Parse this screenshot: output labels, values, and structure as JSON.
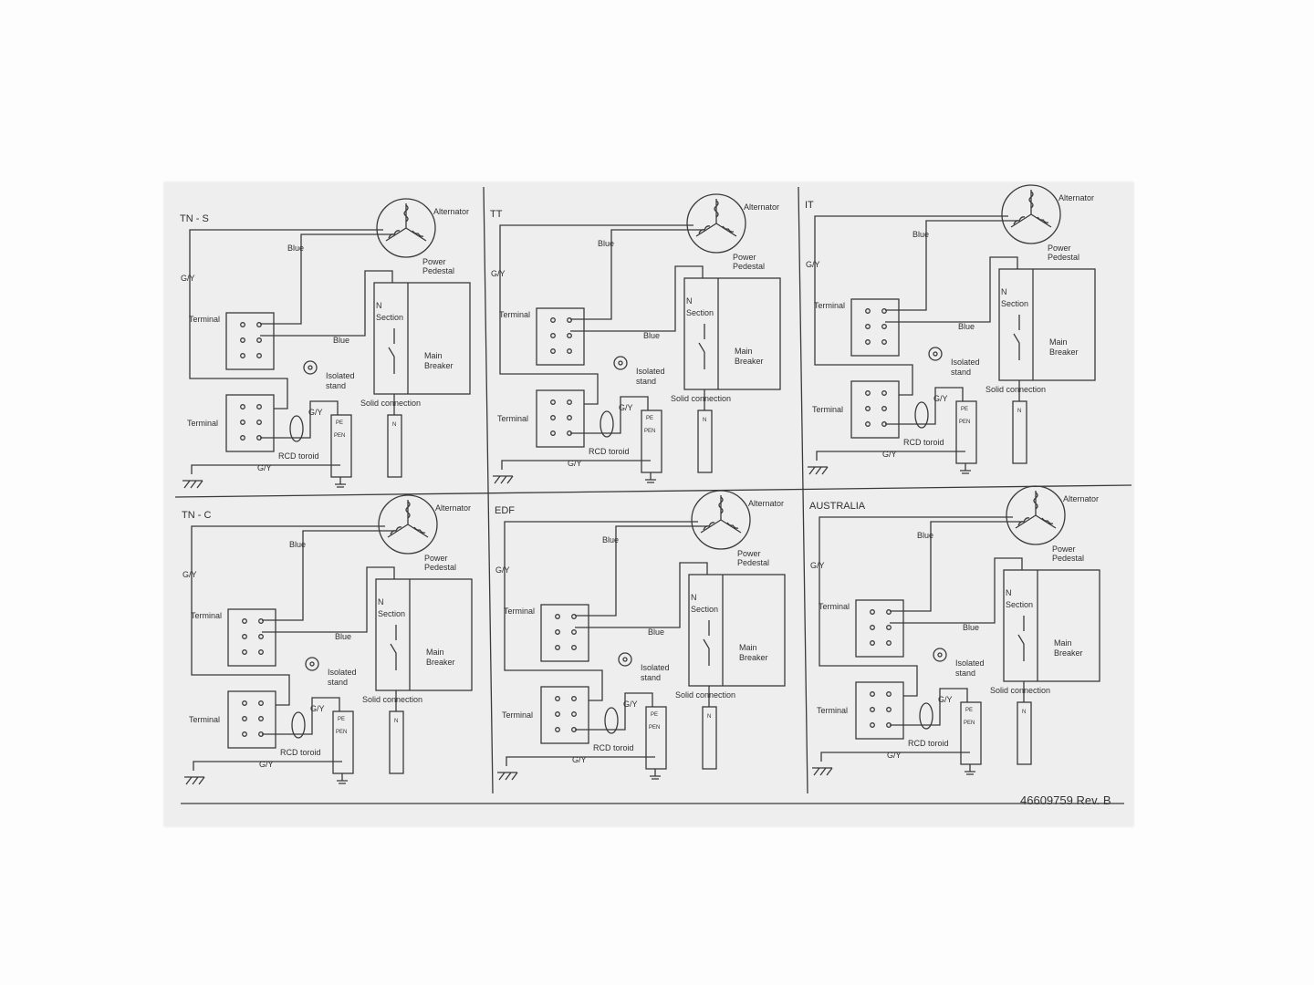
{
  "document": {
    "part_number": "46609759 Rev. B"
  },
  "panels": [
    {
      "title": "TN - S",
      "labels": {
        "alternator": "Alternator",
        "power": "Power",
        "pedestal": "Pedestal",
        "n": "N",
        "section": "Section",
        "main": "Main",
        "breaker": "Breaker",
        "solid": "Solid connection",
        "terminal1": "Terminal",
        "terminal2": "Terminal",
        "isolated": "Isolated",
        "stand": "stand",
        "rcd": "RCD toroid",
        "gy_left": "G/Y",
        "gy_mid": "G/Y",
        "gy_bottom": "G/Y",
        "blue_top": "Blue",
        "blue_mid": "Blue",
        "pe": "PE",
        "pen": "PEN",
        "n_bar": "N"
      }
    },
    {
      "title": "TT",
      "labels": {
        "alternator": "Alternator",
        "power": "Power",
        "pedestal": "Pedestal",
        "n": "N",
        "section": "Section",
        "main": "Main",
        "breaker": "Breaker",
        "solid": "Solid connection",
        "terminal1": "Terminal",
        "terminal2": "Terminal",
        "isolated": "Isolated",
        "stand": "stand",
        "rcd": "RCD toroid",
        "gy_left": "G/Y",
        "gy_mid": "G/Y",
        "gy_bottom": "G/Y",
        "blue_top": "Blue",
        "blue_mid": "Blue",
        "pe": "PE",
        "pen": "PEN",
        "n_bar": "N"
      }
    },
    {
      "title": "IT",
      "labels": {
        "alternator": "Alternator",
        "power": "Power",
        "pedestal": "Pedestal",
        "n": "N",
        "section": "Section",
        "main": "Main",
        "breaker": "Breaker",
        "solid": "Solid connection",
        "terminal1": "Terminal",
        "terminal2": "Terminal",
        "isolated": "Isolated",
        "stand": "stand",
        "rcd": "RCD toroid",
        "gy_left": "G/Y",
        "gy_mid": "G/Y",
        "gy_bottom": "G/Y",
        "blue_top": "Blue",
        "blue_mid": "Blue",
        "pe": "PE",
        "pen": "PEN",
        "n_bar": "N"
      }
    },
    {
      "title": "TN - C",
      "labels": {
        "alternator": "Alternator",
        "power": "Power",
        "pedestal": "Pedestal",
        "n": "N",
        "section": "Section",
        "main": "Main",
        "breaker": "Breaker",
        "solid": "Solid connection",
        "terminal1": "Terminal",
        "terminal2": "Terminal",
        "isolated": "Isolated",
        "stand": "stand",
        "rcd": "RCD toroid",
        "gy_left": "G/Y",
        "gy_mid": "G/Y",
        "gy_bottom": "G/Y",
        "blue_top": "Blue",
        "blue_mid": "Blue",
        "pe": "PE",
        "pen": "PEN",
        "n_bar": "N"
      }
    },
    {
      "title": "EDF",
      "labels": {
        "alternator": "Alternator",
        "power": "Power",
        "pedestal": "Pedestal",
        "n": "N",
        "section": "Section",
        "main": "Main",
        "breaker": "Breaker",
        "solid": "Solid connection",
        "terminal1": "Terminal",
        "terminal2": "Terminal",
        "isolated": "Isolated",
        "stand": "stand",
        "rcd": "RCD toroid",
        "gy_left": "G/Y",
        "gy_mid": "G/Y",
        "gy_bottom": "G/Y",
        "blue_top": "Blue",
        "blue_mid": "Blue",
        "pe": "PE",
        "pen": "PEN",
        "n_bar": "N"
      }
    },
    {
      "title": "AUSTRALIA",
      "labels": {
        "alternator": "Alternator",
        "power": "Power",
        "pedestal": "Pedestal",
        "n": "N",
        "section": "Section",
        "main": "Main",
        "breaker": "Breaker",
        "solid": "Solid connection",
        "terminal1": "Terminal",
        "terminal2": "Terminal",
        "isolated": "Isolated",
        "stand": "stand",
        "rcd": "RCD toroid",
        "gy_left": "G/Y",
        "gy_mid": "G/Y",
        "gy_bottom": "G/Y",
        "blue_top": "Blue",
        "blue_mid": "Blue",
        "pe": "PE",
        "pen": "PEN",
        "n_bar": "N"
      }
    }
  ]
}
